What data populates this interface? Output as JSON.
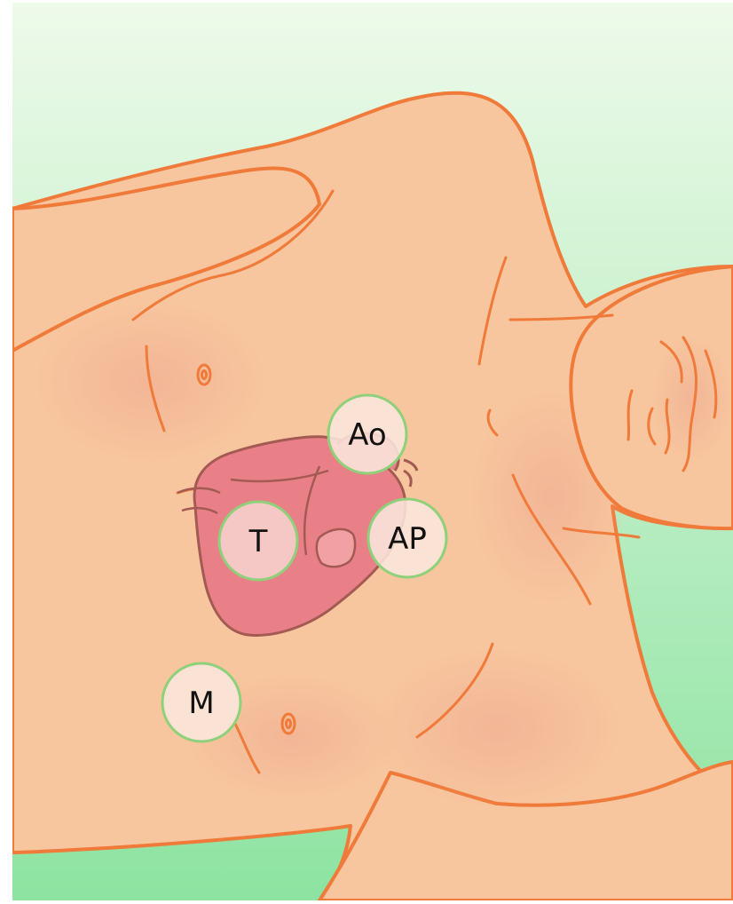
{
  "colors": {
    "background_top": "#eefaea",
    "background_bottom": "#8de3a1",
    "skin": "#f7c59e",
    "skin_shadow": "#efa98f",
    "outline": "#f07a3a",
    "heart": "#e98088",
    "heart_outline": "#a35a52",
    "point_fill": "#fbe6dc",
    "point_ring": "#8fd07a"
  },
  "points": {
    "aortic": "Ao",
    "pulmonary": "AP",
    "tricuspid": "T",
    "mitral": "M"
  }
}
